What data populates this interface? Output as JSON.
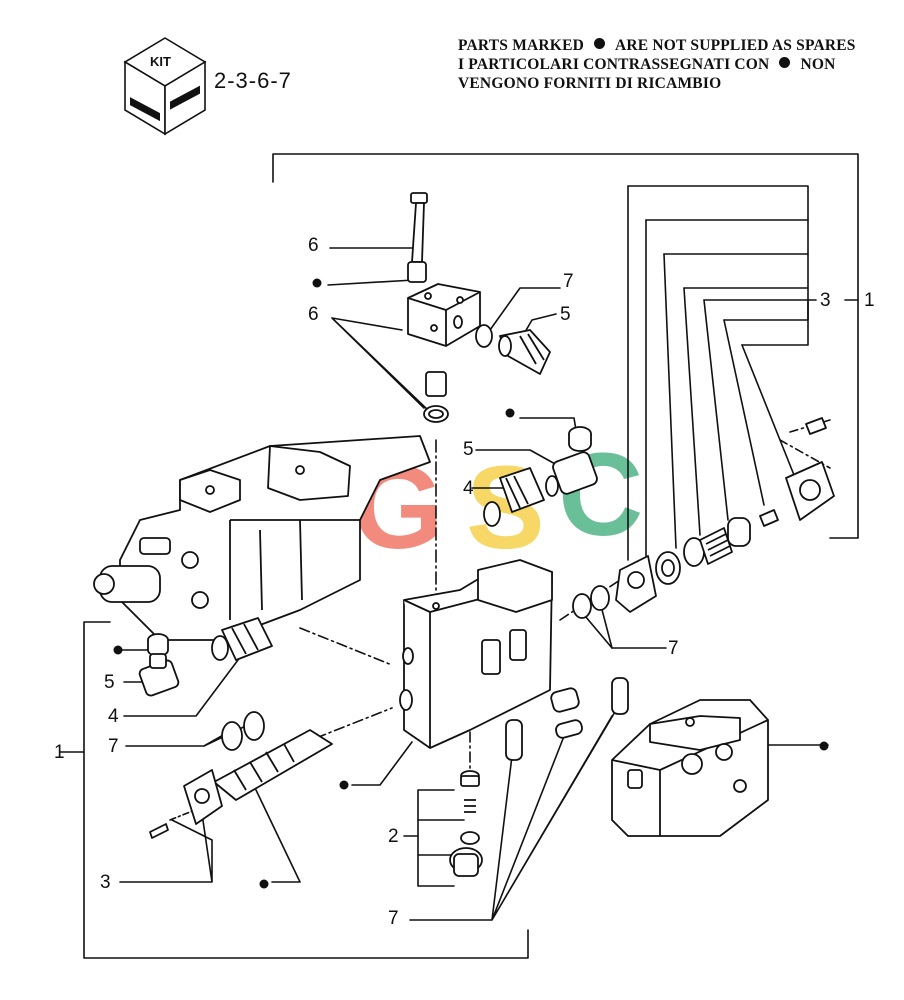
{
  "kit": {
    "label": "KIT",
    "code": "2-3-6-7"
  },
  "notice": {
    "line1_before": "PARTS MARKED",
    "line1_after": "ARE NOT SUPPLIED AS SPARES",
    "line2_before": "I PARTICOLARI CONTRASSEGNATI CON",
    "line2_after": "NON",
    "line3": "VENGONO FORNITI DI RICAMBIO"
  },
  "callouts": {
    "c1_right": "1",
    "c1_left": "1",
    "c2": "2",
    "c3_right": "3",
    "c3_left": "3",
    "c4_mid": "4",
    "c4_left": "4",
    "c5_top": "5",
    "c5_mid": "5",
    "c5_left": "5",
    "c6_top": "6",
    "c6_mid": "6",
    "c7_top": "7",
    "c7_right": "7",
    "c7_left": "7",
    "c7_bottom": "7"
  },
  "watermark": {
    "letters": [
      "C",
      "G",
      "S",
      "C"
    ],
    "colors": [
      "#4a90e2",
      "#ef6b5b",
      "#f6cc3a",
      "#3fae7a"
    ]
  },
  "colors": {
    "ink": "#111111",
    "background": "#ffffff"
  }
}
